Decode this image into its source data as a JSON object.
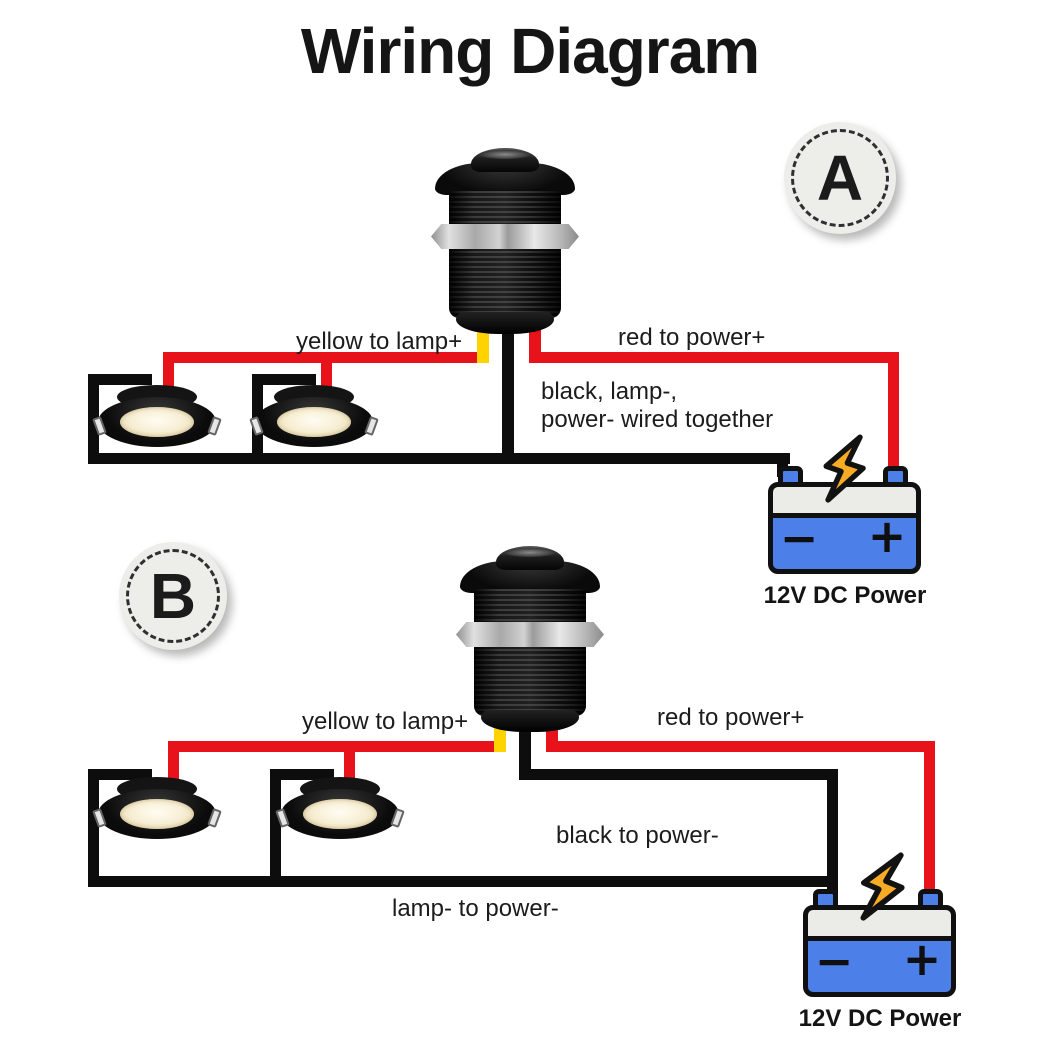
{
  "title": "Wiring Diagram",
  "colors": {
    "wire_red": "#e8121a",
    "wire_yellow": "#ffd300",
    "wire_black": "#0d0d0d",
    "battery_blue": "#4d7fe8",
    "battery_gray": "#ebebe7",
    "bolt_yellow": "#f8ac25",
    "badge_fill": "#ededea",
    "text": "#1b1b1b"
  },
  "diagram_a": {
    "badge": "A",
    "labels": {
      "yellow_wire": "yellow to lamp+",
      "red_wire": "red to power+",
      "black_wire_line1": "black, lamp-,",
      "black_wire_line2": "power- wired together"
    },
    "battery": {
      "name": "12V DC Power",
      "minus": "−",
      "plus": "+"
    }
  },
  "diagram_b": {
    "badge": "B",
    "labels": {
      "yellow_wire": "yellow to lamp+",
      "red_wire": "red to power+",
      "black_wire": "black to power-",
      "lamp_wire": "lamp- to power-"
    },
    "battery": {
      "name": "12V DC Power",
      "minus": "−",
      "plus": "+"
    }
  }
}
